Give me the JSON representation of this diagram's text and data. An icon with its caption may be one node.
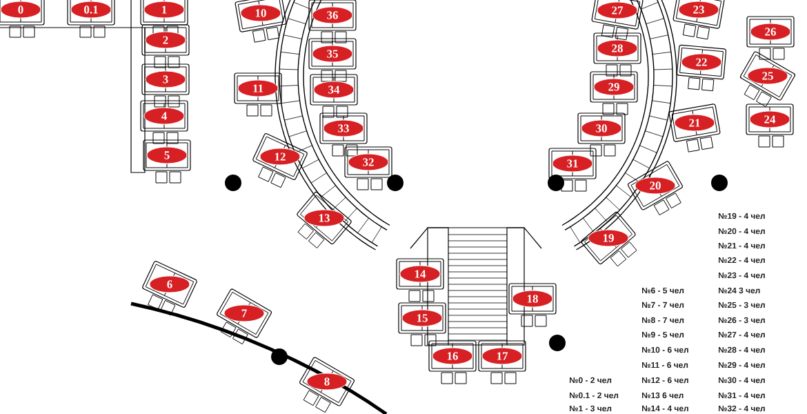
{
  "diagram": {
    "nodes": [
      {
        "text": [
          "0"
        ]
      },
      {
        "text": [
          "0.1"
        ]
      },
      {
        "text": [
          "1"
        ]
      },
      {
        "text": [
          "10"
        ]
      },
      {
        "text": [
          "23"
        ]
      },
      {
        "text": [
          "27"
        ]
      },
      {
        "text": [
          "36"
        ]
      },
      {
        "text": [
          "26"
        ]
      },
      {
        "text": [
          "2"
        ]
      },
      {
        "text": [
          "35"
        ]
      },
      {
        "text": [
          "28"
        ]
      },
      {
        "text": [
          "22"
        ]
      },
      {
        "text": [
          "25"
        ]
      },
      {
        "text": [
          "3"
        ]
      },
      {
        "text": [
          "11"
        ]
      },
      {
        "text": [
          "34"
        ]
      },
      {
        "text": [
          "29"
        ]
      },
      {
        "text": [
          "4"
        ]
      },
      {
        "text": [
          "24"
        ]
      },
      {
        "text": [
          "21"
        ]
      },
      {
        "text": [
          "33"
        ]
      },
      {
        "text": [
          "30"
        ]
      },
      {
        "text": [
          "5"
        ]
      },
      {
        "text": [
          "12"
        ]
      },
      {
        "text": [
          "32"
        ]
      },
      {
        "text": [
          "31"
        ]
      },
      {
        "text": [
          "20"
        ]
      },
      {
        "text": [
          "13"
        ]
      },
      {
        "text": [
          "19"
        ]
      },
      {
        "text": [
          "14"
        ]
      },
      {
        "text": [
          "6"
        ]
      },
      {
        "text": [
          "18"
        ]
      },
      {
        "text": [
          "7"
        ]
      },
      {
        "text": [
          "15"
        ]
      },
      {
        "text": [
          "16"
        ]
      },
      {
        "text": [
          "17"
        ]
      },
      {
        "text": [
          "8"
        ]
      }
    ],
    "labels": [
      "№19 - 4 чел",
      "№20 - 4 чел",
      "№21 - 4 чел",
      "№22 - 4 чел",
      "№23 - 4 чел",
      "№6 - 5 чел",
      "№24 3 чел",
      "№7 - 7 чел",
      "№25 - 3 чел",
      "№8 - 7 чел",
      "№26 - 3 чел",
      "№9 - 5 чел",
      "№27 - 4 чел",
      "№10 - 6 чел",
      "№28 - 4 чел",
      "№11 - 6 чел",
      "№29 - 4 чел",
      "№0 - 2 чел",
      "№12 - 6 чел",
      "№30 - 4 чел",
      "№0.1 - 2 чел",
      "№13 6 чел",
      "№31 - 4 чел",
      "№1 - 3 чел",
      "№14 - 4 чел",
      "№32 - 4 чел"
    ]
  }
}
